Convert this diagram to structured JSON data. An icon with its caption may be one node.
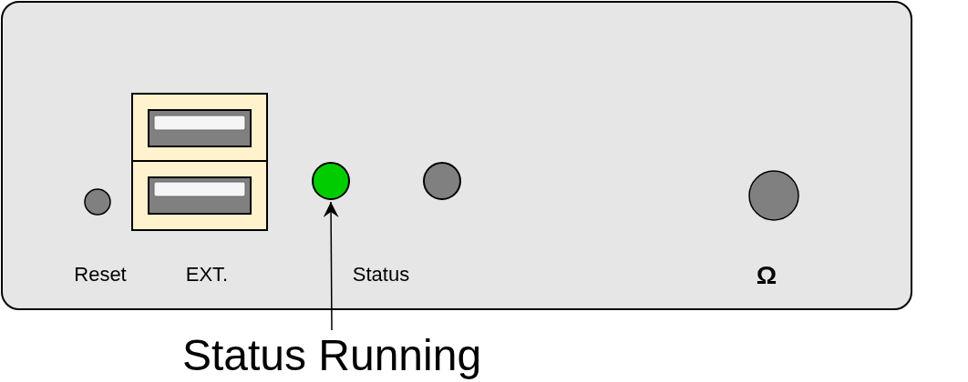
{
  "diagram": {
    "nodes": [
      {
        "text": [],
        "shape": "box"
      },
      {
        "text": [],
        "shape": "circle",
        "in": 0
      },
      {
        "text": [
          "Status Running"
        ]
      }
    ],
    "edges": [
      {
        "from": 2,
        "to": 1,
        "arrow": "to"
      }
    ],
    "labels": [
      "Reset",
      "EXT.",
      "Status",
      "Ω"
    ]
  }
}
